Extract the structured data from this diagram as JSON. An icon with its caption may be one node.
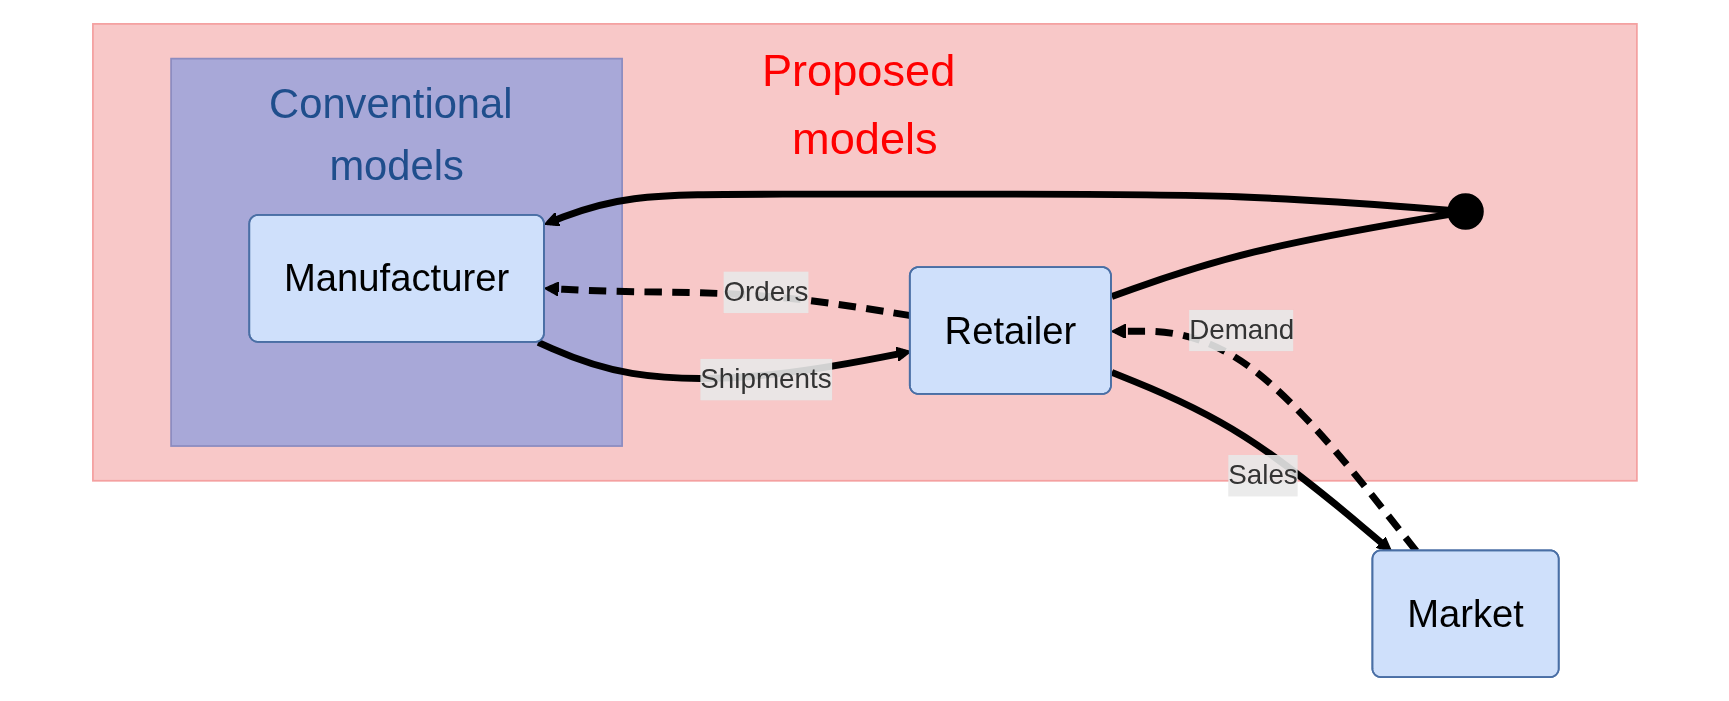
{
  "diagram": {
    "nodes": [
      {
        "text": [
          "Proposed models"
        ]
      },
      {
        "text": [
          "Conventional models"
        ],
        "in": 0
      },
      {
        "text": [
          "Manufacturer"
        ],
        "in": 1
      },
      {
        "text": [
          "Retailer"
        ],
        "in": 0
      },
      {
        "text": [
          "Market"
        ]
      },
      {
        "text": [],
        "shape": "switch",
        "in": 0
      }
    ],
    "edges": [
      {
        "from": 3,
        "to": 2,
        "arrow": "to",
        "label": "Orders",
        "style": "dashed"
      },
      {
        "from": 4,
        "to": 3,
        "arrow": "to",
        "label": "Demand",
        "style": "dashed"
      },
      {
        "from": 2,
        "to": 3,
        "arrow": "to",
        "label": "Shipments"
      },
      {
        "from": 3,
        "to": 4,
        "arrow": "to",
        "label": "Sales"
      },
      {
        "from": 3,
        "to": 5,
        "arrow": "none"
      },
      {
        "from": 5,
        "to": 2,
        "arrow": "to"
      }
    ]
  }
}
